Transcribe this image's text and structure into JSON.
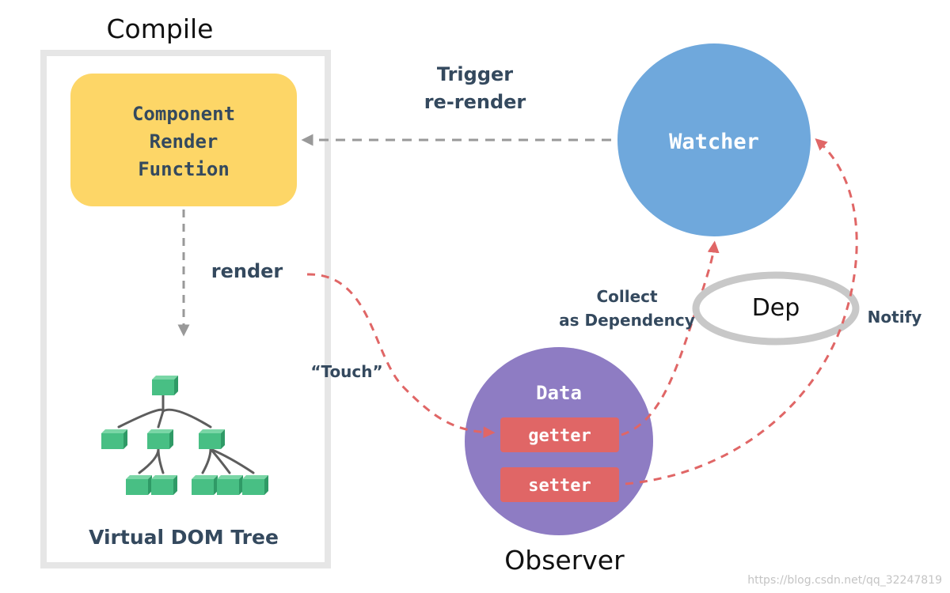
{
  "compile": {
    "title": "Compile"
  },
  "render_fn": {
    "line1": "Component",
    "line2": "Render",
    "line3": "Function"
  },
  "vdom": {
    "label": "Virtual DOM Tree"
  },
  "watcher": {
    "label": "Watcher"
  },
  "observer": {
    "title": "Observer",
    "data_label": "Data",
    "getter": "getter",
    "setter": "setter"
  },
  "dep": {
    "label": "Dep"
  },
  "edges": {
    "trigger_line1": "Trigger",
    "trigger_line2": "re-render",
    "render": "render",
    "touch": "“Touch”",
    "collect_line1": "Collect",
    "collect_line2": "as Dependency",
    "notify": "Notify"
  },
  "watermark": "https://blog.csdn.net/qq_32247819",
  "colors": {
    "render_fn_fill": "#fdd667",
    "watcher_fill": "#6fa8dc",
    "observer_fill": "#8e7cc3",
    "getter_setter_fill": "#e06666",
    "dashed_red": "#e06666",
    "dashed_gray": "#999999",
    "dep_ring": "#c8c8c8",
    "tree_cube": "#48bf84",
    "label_dark": "#34495e"
  }
}
